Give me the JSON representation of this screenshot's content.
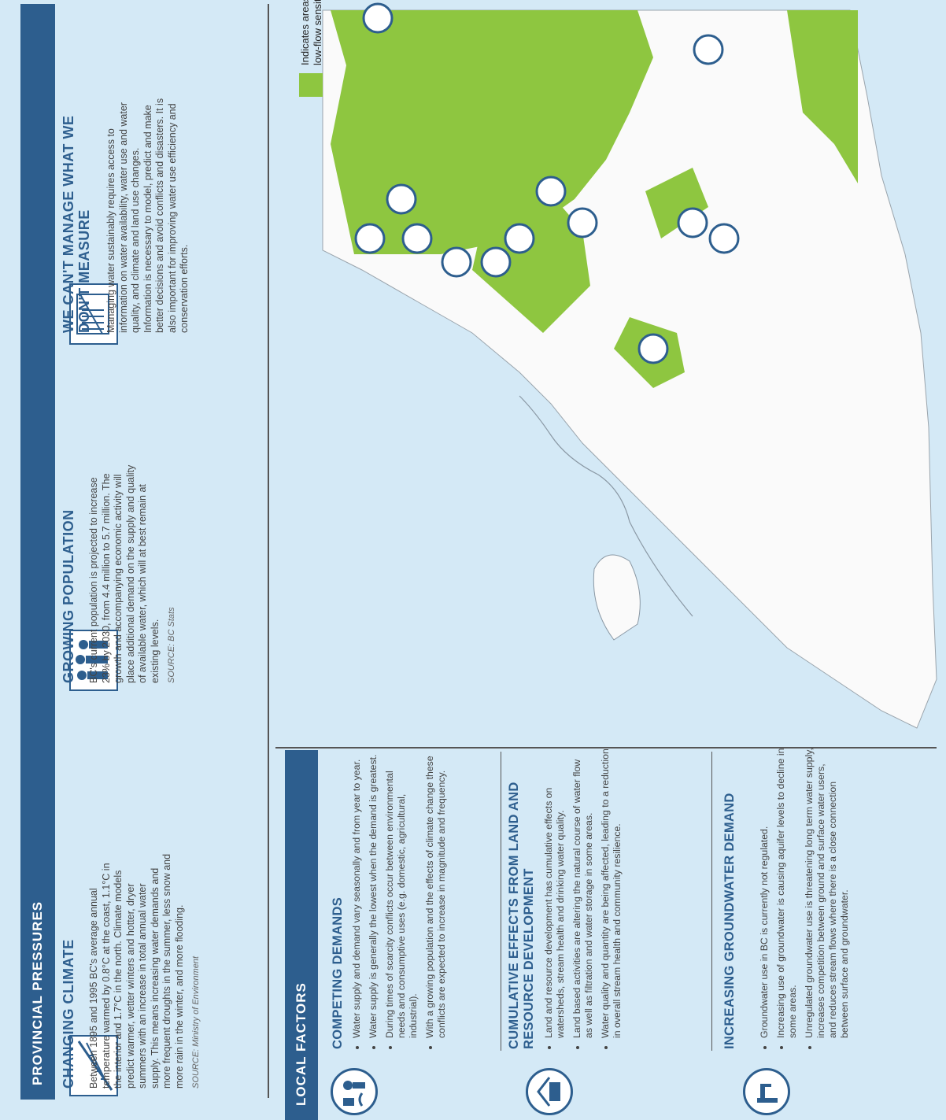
{
  "provincial": {
    "header": "PROVINCIAL PRESSURES",
    "sections": [
      {
        "title": "CHANGING CLIMATE",
        "text": "Between 1895 and 1995 BC's average annual temperature warmed by 0.8°C at the coast, 1.1°C in the interior and 1.7°C in the north. Climate models predict warmer, wetter winters and hotter, dryer summers with an increase in total annual water supply. This means increasing water demands and more frequent droughts in the summer, less snow and more rain in the winter, and more flooding.",
        "source": "SOURCE: Ministry of Environment"
      },
      {
        "title": "GROWING POPULATION",
        "text": "BC's current population is projected to increase 23% by 2030, from 4.4 million to 5.7 million. The growth and accompanying economic activity will place additional demand on the supply and quality of available water, which will at best remain at existing levels.",
        "source": "SOURCE: BC Stats"
      },
      {
        "title": "WE CAN'T MANAGE WHAT WE DON'T MEASURE",
        "text": "Managing water sustainably requires access to information on water availability, water use and water quality, and climate and land use changes. Information is necessary to model, predict and make better decisions and avoid conflicts and disasters. It is also important for improving water use efficiency and conservation efforts.",
        "source": ""
      }
    ]
  },
  "local": {
    "header": "LOCAL FACTORS",
    "factors": [
      {
        "title": "COMPETING DEMANDS",
        "bullets": [
          "Water supply and demand vary seasonally and from year to year.",
          "Water supply is generally the lowest when the demand is greatest.",
          "During times of scarcity conflicts occur between environmental needs and consumptive uses (e.g. domestic, agricultural, industrial).",
          "With a growing population and the effects of climate change these conflicts are expected to increase in magnitude and frequency."
        ]
      },
      {
        "title": "CUMULATIVE EFFECTS FROM LAND AND RESOURCE DEVELOPMENT",
        "bullets": [
          "Land and resource development has cumulative effects on watersheds, stream health and drinking water quality.",
          "Land based activities are altering the natural course of water flow as well as filtration and water storage in some areas.",
          "Water quality and quantity are being affected, leading to a reduction in overall stream health and community resilience."
        ]
      },
      {
        "title": "INCREASING GROUNDWATER DEMAND",
        "bullets": [
          "Groundwater use in BC is currently not regulated.",
          "Increasing use of groundwater is causing aquifer levels to decline in some areas.",
          "Unregulated groundwater use is threatening long term water supply, increases competition between ground and surface water users, and reduces stream flows where there is a close connection between surface and groundwater."
        ]
      }
    ]
  },
  "legend": {
    "text": "Indicates areas of natural summer low-flow sensitivity",
    "color": "#8ec640"
  },
  "colors": {
    "accent": "#2d5e8e",
    "background": "#d4e9f6",
    "green": "#8ec640"
  },
  "icons": {
    "climate": "thermometer-icon",
    "population": "people-icon",
    "measure": "gauge-icon",
    "competing": "competing-demands-icon",
    "cumulative": "development-icon",
    "groundwater": "tap-icon"
  }
}
